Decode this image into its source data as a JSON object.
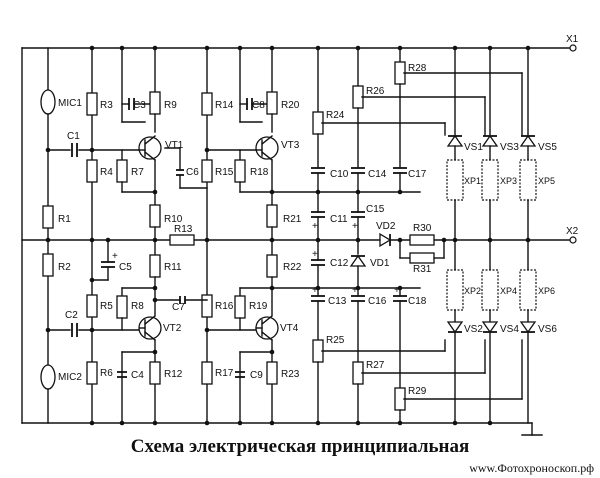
{
  "caption": "Схема электрическая принципиальная",
  "website": "www.Фотохроноскоп.рф",
  "labels": {
    "X1": "X1",
    "X2": "X2",
    "MIC1": "MIC1",
    "MIC2": "MIC2",
    "C1": "C1",
    "C2": "C2",
    "R1": "R1",
    "R2": "R2",
    "R3": "R3",
    "R4": "R4",
    "R5": "R5",
    "R6": "R6",
    "R7": "R7",
    "R8": "R8",
    "R9": "R9",
    "R10": "R10",
    "R11": "R11",
    "R12": "R12",
    "R13": "R13",
    "R14": "R14",
    "R15": "R15",
    "R16": "R16",
    "R17": "R17",
    "R18": "R18",
    "R19": "R19",
    "R20": "R20",
    "R21": "R21",
    "R22": "R22",
    "R23": "R23",
    "R24": "R24",
    "R25": "R25",
    "R26": "R26",
    "R27": "R27",
    "R28": "R28",
    "R29": "R29",
    "R30": "R30",
    "R31": "R31",
    "C3": "C3",
    "C4": "C4",
    "C5": "C5",
    "C6": "C6",
    "C7": "C7",
    "C8": "C8",
    "C9": "C9",
    "C10": "C10",
    "C11": "C11",
    "C12": "C12",
    "C13": "C13",
    "C14": "C14",
    "C15": "C15",
    "C16": "C16",
    "C17": "C17",
    "C18": "C18",
    "VT1": "VT1",
    "VT2": "VT2",
    "VT3": "VT3",
    "VT4": "VT4",
    "VD1": "VD1",
    "VD2": "VD2",
    "VS1": "VS1",
    "VS2": "VS2",
    "VS3": "VS3",
    "VS4": "VS4",
    "VS5": "VS5",
    "VS6": "VS6",
    "XP1": "XP1",
    "XP2": "XP2",
    "XP3": "XP3",
    "XP4": "XP4",
    "XP5": "XP5",
    "XP6": "XP6",
    "plus": "+"
  }
}
